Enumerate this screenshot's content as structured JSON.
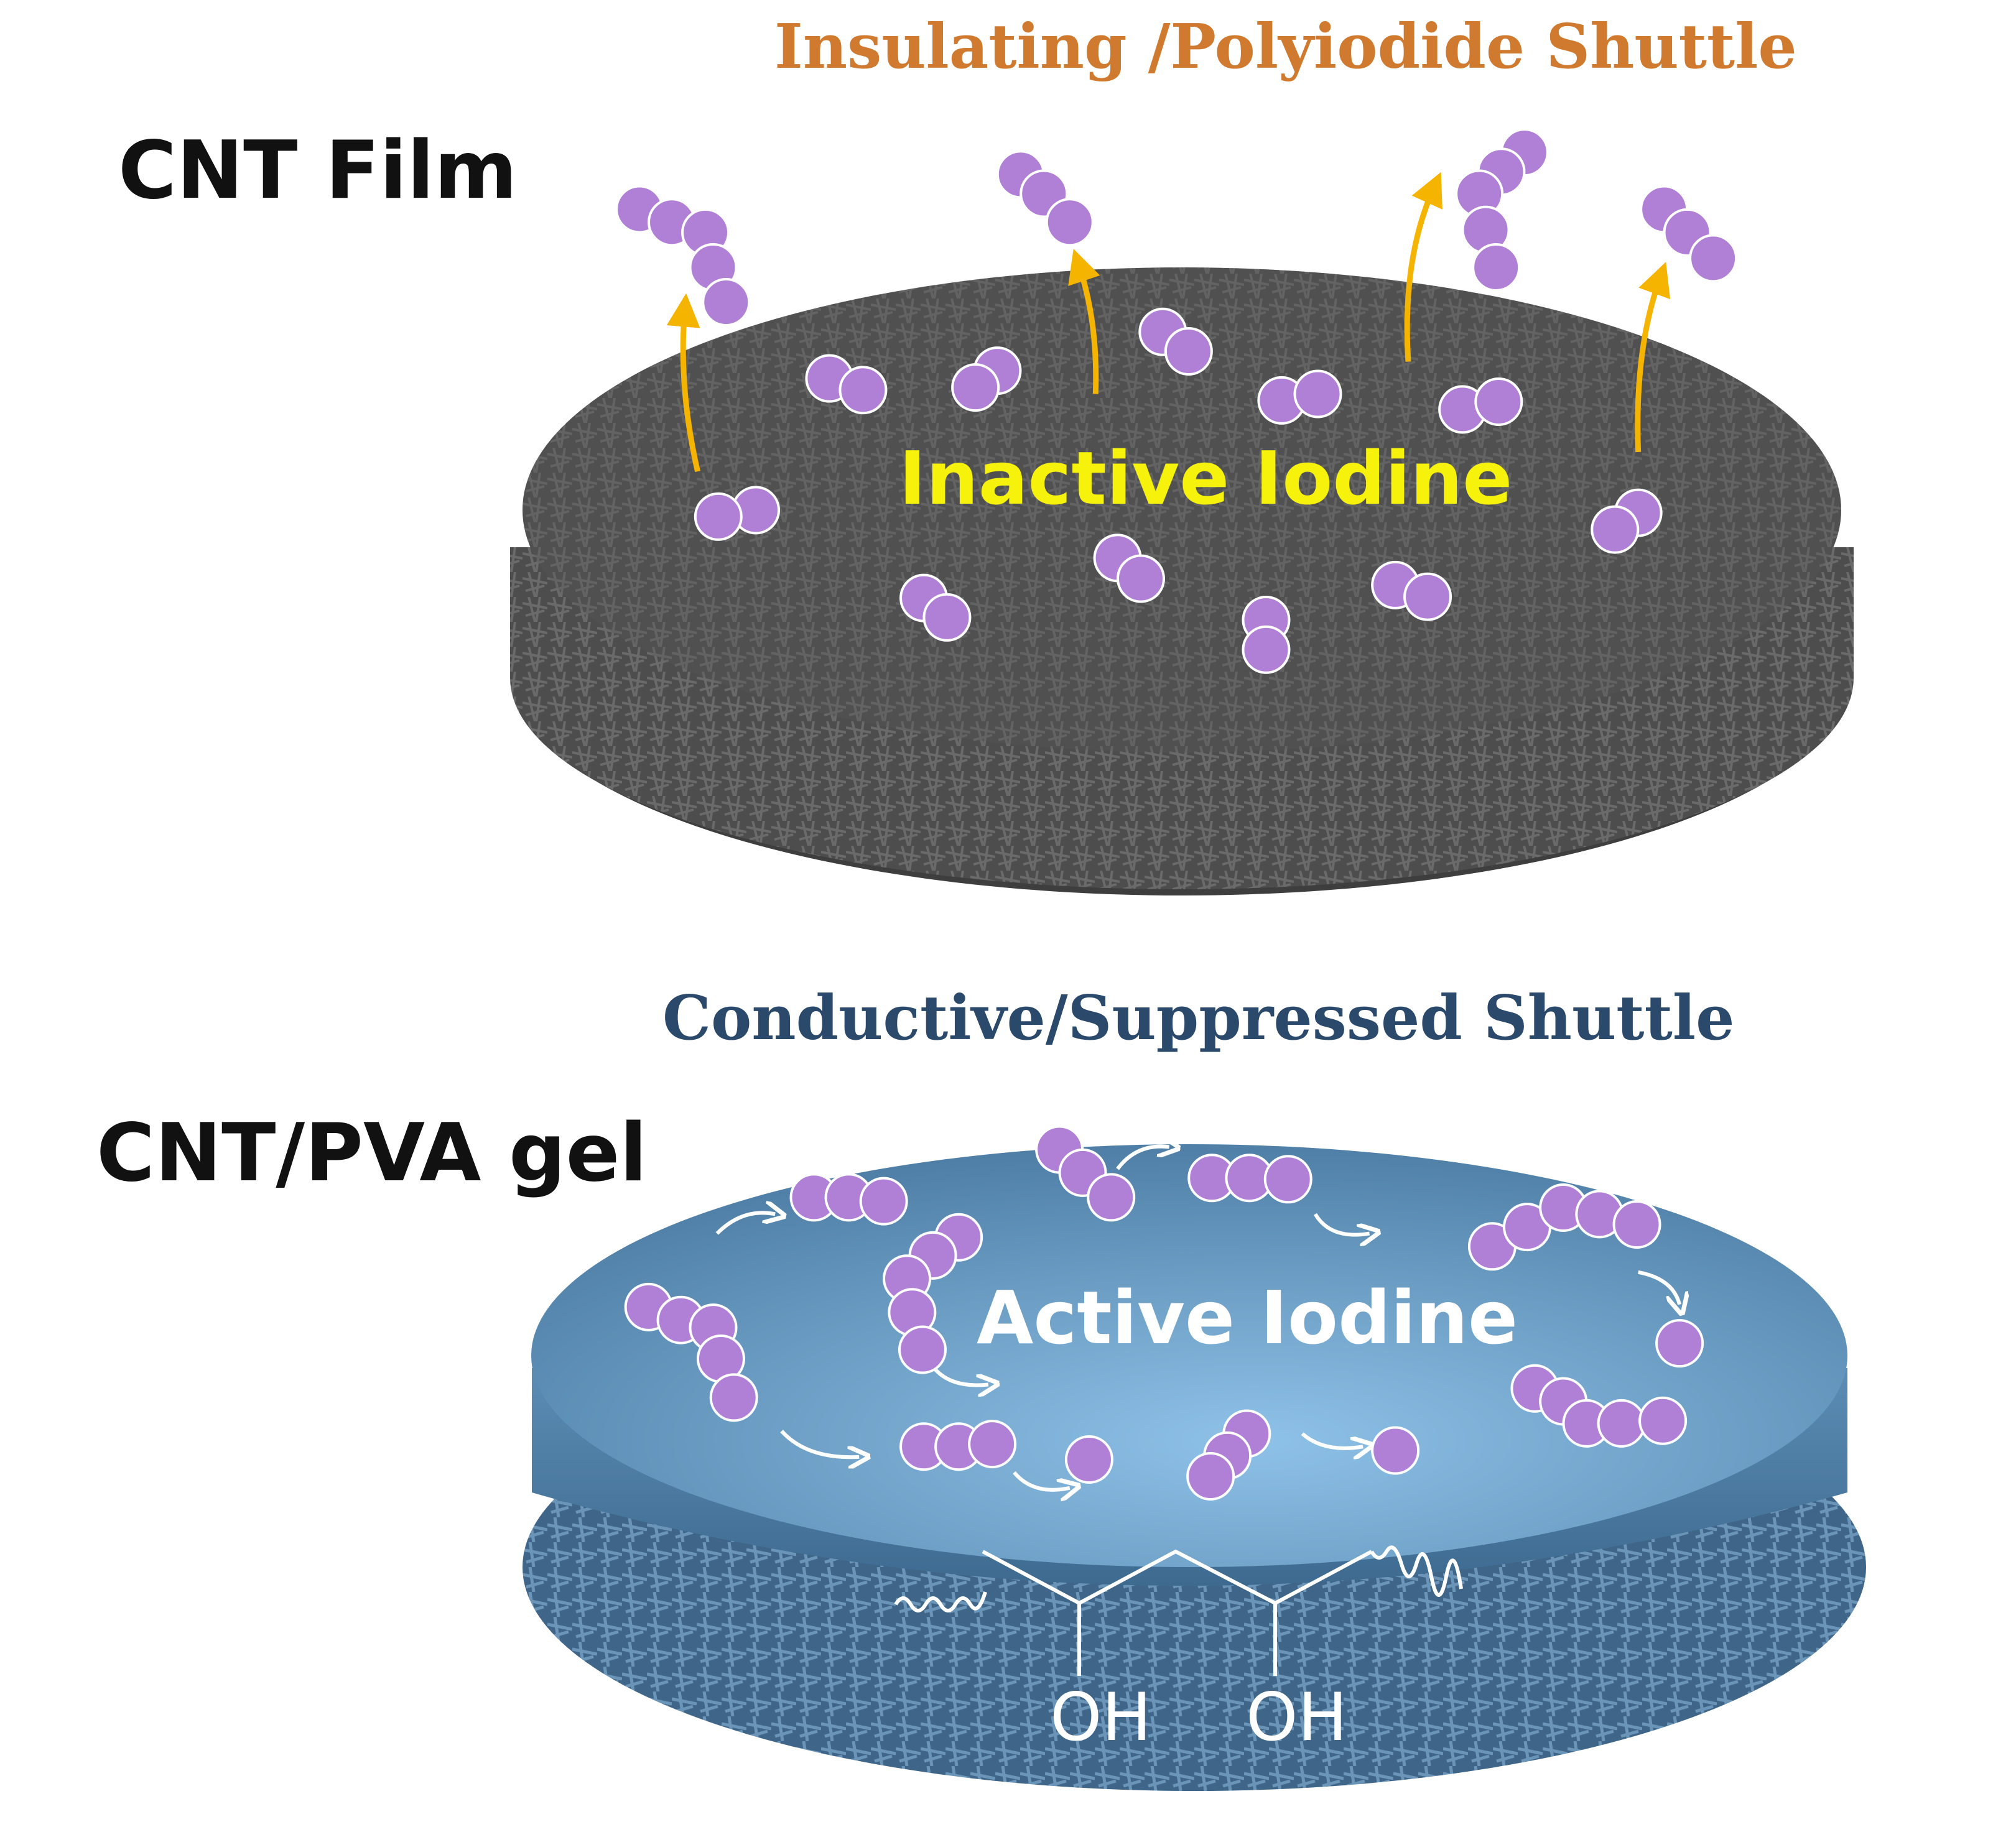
{
  "top_panel": {
    "header": "Insulating /Polyiodide Shuttle",
    "label": "CNT Film",
    "center_text": "Inactive Iodine"
  },
  "bottom_panel": {
    "header": "Conductive/Suppressed Shuttle",
    "label": "CNT/PVA gel",
    "center_text": "Active Iodine",
    "pva_groups": [
      "OH",
      "OH"
    ]
  },
  "colors": {
    "top_header": "#cf7a2e",
    "bottom_header": "#2b4a6b",
    "inactive_text": "#f7f20c",
    "iodine_atom": "#b07fd6",
    "shuttle_arrow": "#f5b400",
    "cnt_film": "#505050",
    "gel": "#5f8fb5"
  }
}
